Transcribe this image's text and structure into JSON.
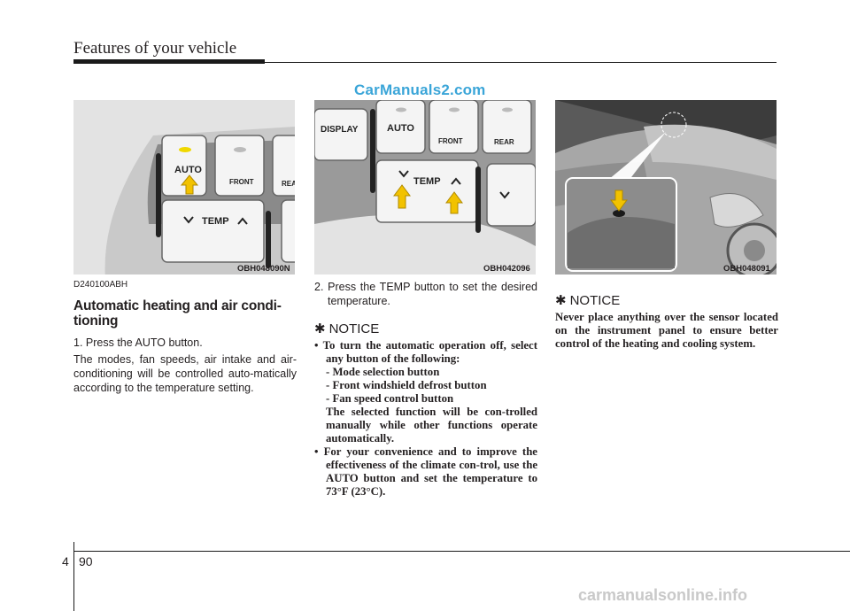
{
  "header": {
    "title": "Features of your vehicle"
  },
  "watermark_top": "CarManuals2.com",
  "figures": [
    {
      "caption": "OBH048090N",
      "buttons": [
        "AUTO",
        "FRONT",
        "REA",
        "TEMP"
      ]
    },
    {
      "caption": "OBH042096",
      "buttons": [
        "DISPLAY",
        "AUTO",
        "FRONT",
        "REAR",
        "TEMP"
      ]
    },
    {
      "caption": "OBH048091"
    }
  ],
  "col1": {
    "code": "D240100ABH",
    "heading": "Automatic heating and air condi-tioning",
    "step1": "1. Press the AUTO button.",
    "para": "The modes, fan speeds, air intake and air-conditioning will be controlled auto-matically according to the temperature setting."
  },
  "col2": {
    "step2": "2. Press the TEMP button to set the desired temperature.",
    "notice_title": "NOTICE",
    "bullet1": "• To turn the automatic operation off, select any button of the following:",
    "sub1": "- Mode selection button",
    "sub2": "- Front windshield defrost button",
    "sub3": "- Fan speed control button",
    "sub4": "The selected function will be con-trolled manually while other functions operate automatically.",
    "bullet2": "• For your convenience and to improve the effectiveness of the climate con-trol, use the AUTO button and set the temperature to 73°F (23°C)."
  },
  "col3": {
    "notice_title": "NOTICE",
    "text": "Never place anything over the sensor located on the instrument panel to ensure better control of the heating and cooling system."
  },
  "footer": {
    "chapter": "4",
    "page": "90",
    "watermark": "carmanualsonline.info"
  },
  "colors": {
    "text": "#231f20",
    "watermark": "#3aa5d8",
    "arrow": "#f2c200"
  }
}
